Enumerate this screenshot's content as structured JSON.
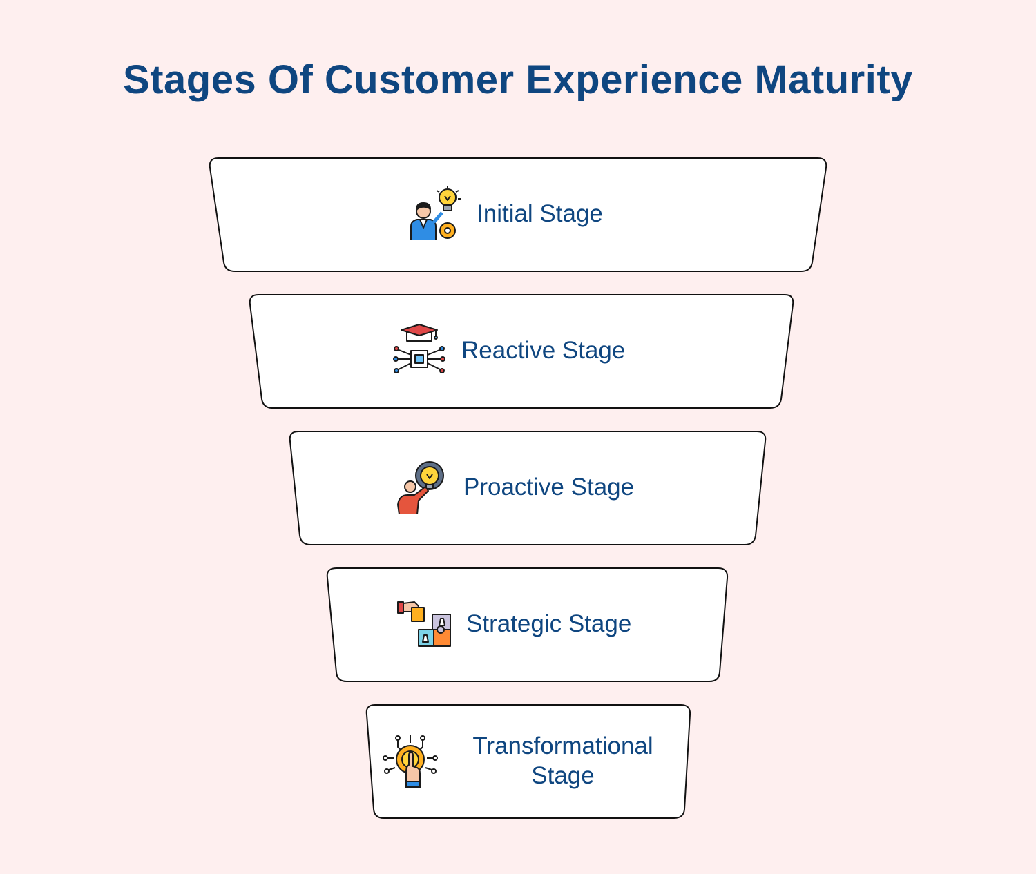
{
  "title": "Stages Of Customer Experience Maturity",
  "colors": {
    "background": "#FEEFEF",
    "title": "#0F4680",
    "label": "#0F4680",
    "box_fill": "#FFFFFF",
    "box_stroke": "#111111"
  },
  "stages": [
    {
      "label": "Initial Stage",
      "icon": "person-lightbulb-gear-icon"
    },
    {
      "label": "Reactive Stage",
      "icon": "graduation-cap-circuit-icon"
    },
    {
      "label": "Proactive Stage",
      "icon": "person-idea-gear-icon"
    },
    {
      "label": "Strategic Stage",
      "icon": "puzzle-chess-hand-icon"
    },
    {
      "label": "Transformational Stage",
      "icon": "finger-touch-gear-circuit-icon"
    }
  ]
}
